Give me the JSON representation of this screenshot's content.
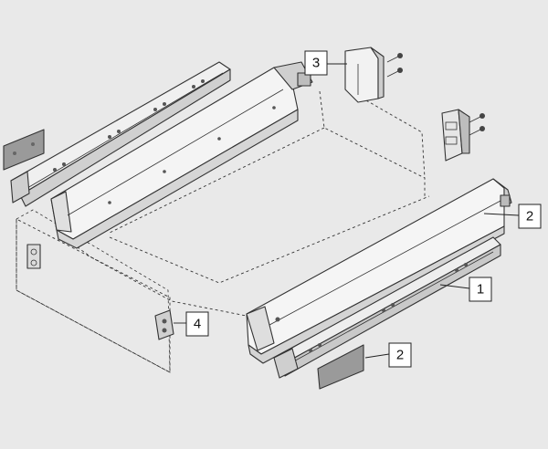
{
  "diagram": {
    "background_color": "#e9e9e9",
    "part_fill_light": "#f4f4f4",
    "part_fill_mid": "#d9d9d9",
    "part_fill_dark": "#9a9a9a",
    "callouts": [
      {
        "id": "front-fixing",
        "label": "3"
      },
      {
        "id": "drawer-side",
        "label": "2"
      },
      {
        "id": "runner",
        "label": "1"
      },
      {
        "id": "cover-cap",
        "label": "2"
      },
      {
        "id": "rear-bracket",
        "label": "4"
      }
    ]
  }
}
